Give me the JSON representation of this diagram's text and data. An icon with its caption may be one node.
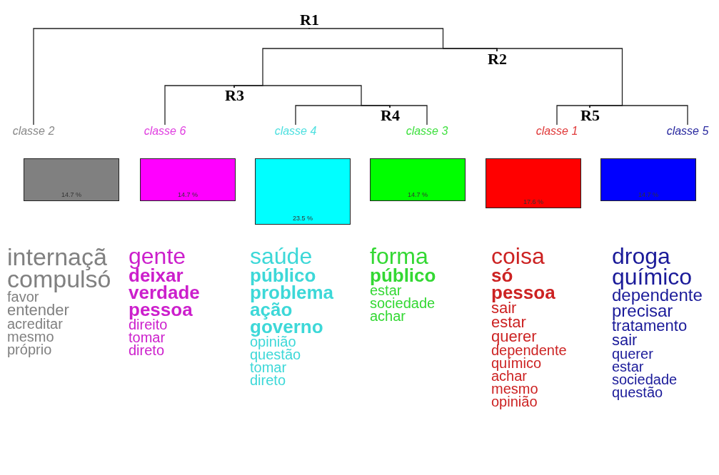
{
  "diagram": {
    "nodes": [
      {
        "text": [
          "R1"
        ]
      },
      {
        "text": [
          "R2"
        ]
      },
      {
        "text": [
          "R3"
        ]
      },
      {
        "text": [
          "R4"
        ]
      },
      {
        "text": [
          "R5"
        ]
      },
      {
        "text": [
          "classe 2",
          "14.7 %"
        ],
        "beside": [
          "internaçã",
          "compulsó",
          "favor",
          "entender",
          "acreditar",
          "mesmo",
          "próprio"
        ]
      },
      {
        "text": [
          "classe 6",
          "14.7 %"
        ],
        "beside": [
          "gente",
          "deixar",
          "verdade",
          "pessoa",
          "direito",
          "tomar",
          "direto"
        ]
      },
      {
        "text": [
          "classe 4",
          "23.5 %"
        ],
        "beside": [
          "saúde",
          "público",
          "problema",
          "ação",
          "governo",
          "opinião",
          "questão",
          "tomar",
          "direto"
        ]
      },
      {
        "text": [
          "classe 3",
          "14.7 %"
        ],
        "beside": [
          "forma",
          "público",
          "estar",
          "sociedade",
          "achar"
        ]
      },
      {
        "text": [
          "classe 1",
          "17.6 %"
        ],
        "beside": [
          "coisa",
          "só",
          "pessoa",
          "sair",
          "estar",
          "querer",
          "dependente",
          "químico",
          "achar",
          "mesmo",
          "opinião"
        ]
      },
      {
        "text": [
          "classe 5",
          "14.7 %"
        ],
        "beside": [
          "droga",
          "químico",
          "dependente",
          "precisar",
          "tratamento",
          "sair",
          "querer",
          "estar",
          "sociedade",
          "questão"
        ]
      }
    ],
    "edges": [
      {
        "from": 0,
        "to": 5,
        "arrow": "none"
      },
      {
        "from": 0,
        "to": 1,
        "arrow": "none"
      },
      {
        "from": 1,
        "to": 2,
        "arrow": "none"
      },
      {
        "from": 1,
        "to": 4,
        "arrow": "none"
      },
      {
        "from": 2,
        "to": 6,
        "arrow": "none"
      },
      {
        "from": 2,
        "to": 3,
        "arrow": "none"
      },
      {
        "from": 3,
        "to": 7,
        "arrow": "none"
      },
      {
        "from": 3,
        "to": 8,
        "arrow": "none"
      },
      {
        "from": 4,
        "to": 9,
        "arrow": "none"
      },
      {
        "from": 4,
        "to": 10,
        "arrow": "none"
      }
    ]
  }
}
